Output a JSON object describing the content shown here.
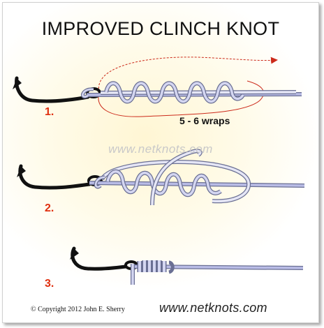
{
  "title": "IMPROVED CLINCH KNOT",
  "steps": [
    {
      "number": "1."
    },
    {
      "number": "2."
    },
    {
      "number": "3."
    }
  ],
  "annotation": "5 - 6 wraps",
  "watermark": "www.netknots.com",
  "copyright": "©  Copyright  2012  John E. Sherry",
  "site": "www.netknots.com",
  "colors": {
    "step_number": "#e03010",
    "line": "#b9bce6",
    "line_outline": "#6a6f93",
    "hook": "#111111",
    "arrow": "#cc2a1a"
  },
  "icons": [
    "fish-hook-icon",
    "fishing-line-icon",
    "direction-arrow-icon"
  ]
}
